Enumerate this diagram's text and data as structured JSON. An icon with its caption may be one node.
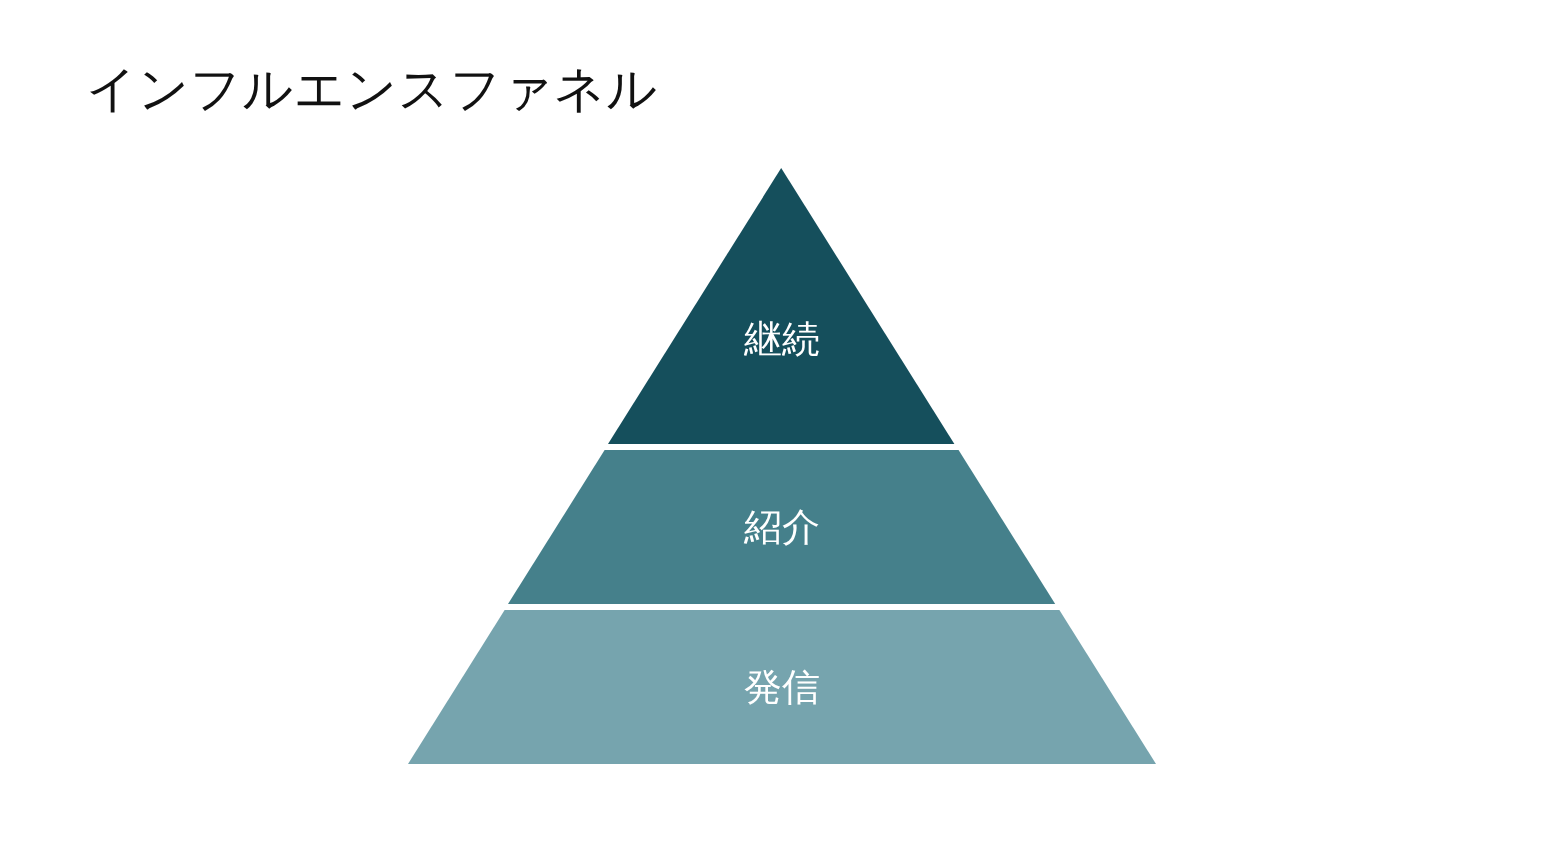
{
  "diagram": {
    "title": "インフルエンスファネル",
    "nodes": [
      {
        "text": [
          "継続"
        ]
      },
      {
        "text": [
          "紹介"
        ]
      },
      {
        "text": [
          "発信"
        ]
      }
    ]
  }
}
